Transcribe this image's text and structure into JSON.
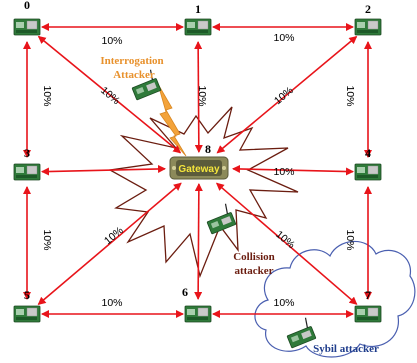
{
  "colors": {
    "link": "#e8141a",
    "collision_outline": "#6b1d10",
    "interrogation": "#e8912c",
    "sybil": "#1f3d8c",
    "cloud_outline": "#4a5fb0",
    "board": "#2f7a3a",
    "lightning": "#f3a33a"
  },
  "nodes": [
    {
      "id": "0",
      "label": "0"
    },
    {
      "id": "1",
      "label": "1"
    },
    {
      "id": "2",
      "label": "2"
    },
    {
      "id": "3",
      "label": "3"
    },
    {
      "id": "4",
      "label": "4"
    },
    {
      "id": "5",
      "label": "5"
    },
    {
      "id": "6",
      "label": "6"
    },
    {
      "id": "7",
      "label": "7"
    },
    {
      "id": "8",
      "label": "8"
    }
  ],
  "gateway": {
    "label": "Gateway",
    "icon": "gateway-device-icon"
  },
  "links": [
    {
      "from": "0",
      "to": "1",
      "weight": "10%"
    },
    {
      "from": "1",
      "to": "2",
      "weight": "10%"
    },
    {
      "from": "0",
      "to": "3",
      "weight": "10%"
    },
    {
      "from": "0",
      "to": "8",
      "weight": "10%"
    },
    {
      "from": "1",
      "to": "8",
      "weight": "10%"
    },
    {
      "from": "2",
      "to": "8",
      "weight": "10%"
    },
    {
      "from": "2",
      "to": "4",
      "weight": "10%"
    },
    {
      "from": "3",
      "to": "5",
      "weight": "10%"
    },
    {
      "from": "5",
      "to": "8",
      "weight": "10%"
    },
    {
      "from": "8",
      "to": "4",
      "weight": "10%"
    },
    {
      "from": "4",
      "to": "7",
      "weight": "10%"
    },
    {
      "from": "8",
      "to": "7",
      "weight": "10%"
    },
    {
      "from": "5",
      "to": "6",
      "weight": "10%"
    },
    {
      "from": "6",
      "to": "7",
      "weight": "10%"
    }
  ],
  "links_unlabeled": [
    {
      "from": "3",
      "to": "8"
    },
    {
      "from": "8",
      "to": "6"
    }
  ],
  "attackers": {
    "interrogation": {
      "label_line1": "Interrogation",
      "label_line2": "Attacker",
      "icon": "attacker-device-icon"
    },
    "collision": {
      "label_line1": "Collision",
      "label_line2": "attacker",
      "icon": "attacker-device-icon"
    },
    "sybil": {
      "label": "Sybil attacker",
      "icon": "attacker-device-icon"
    }
  }
}
